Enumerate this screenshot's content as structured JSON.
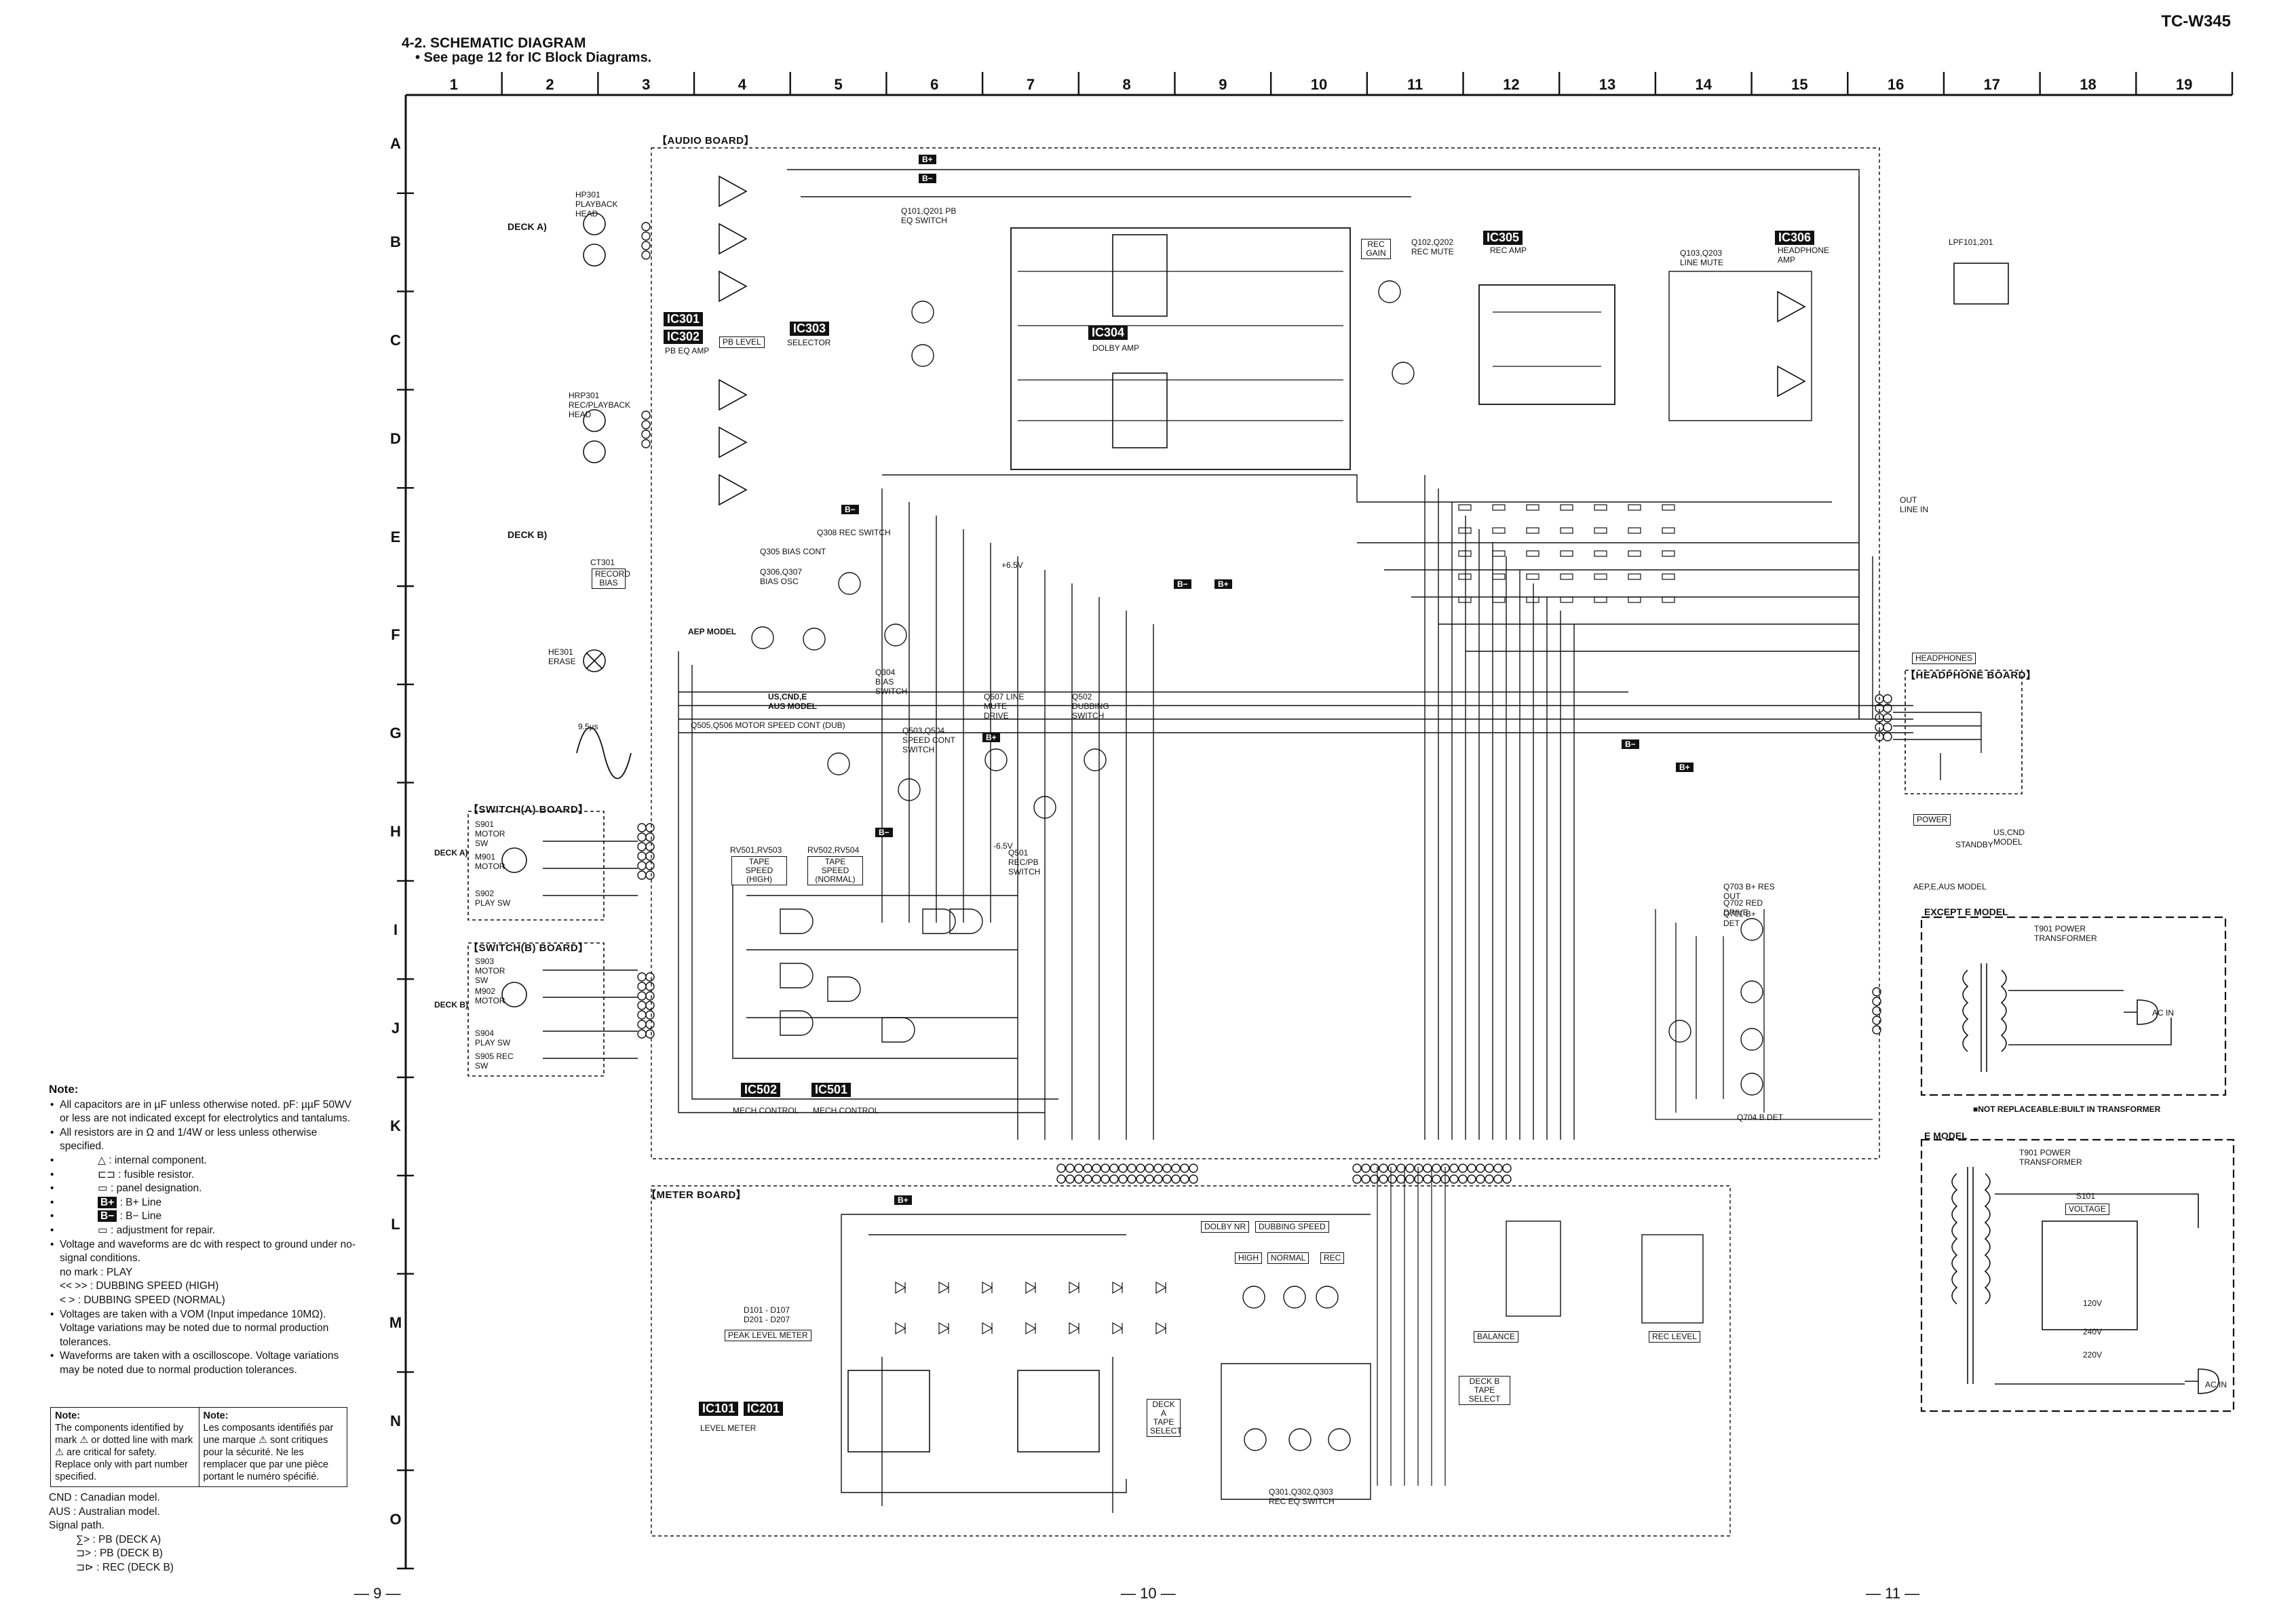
{
  "header": {
    "title": "4-2.  SCHEMATIC DIAGRAM",
    "subtitle": "• See page 12 for IC Block Diagrams.",
    "model": "TC-W345"
  },
  "grid": {
    "columns": [
      "1",
      "2",
      "3",
      "4",
      "5",
      "6",
      "7",
      "8",
      "9",
      "10",
      "11",
      "12",
      "13",
      "14",
      "15",
      "16",
      "17",
      "18",
      "19"
    ],
    "rows": [
      "A",
      "B",
      "C",
      "D",
      "E",
      "F",
      "G",
      "H",
      "I",
      "J",
      "K",
      "L",
      "M",
      "N",
      "O"
    ]
  },
  "page_numbers": [
    "— 9 —",
    "— 10 —",
    "— 11 —"
  ],
  "boards": {
    "audio": "【AUDIO BOARD】",
    "meter": "【METER BOARD】",
    "switch_a": "【SWITCH(A) BOARD】",
    "switch_b": "【SWITCH(B) BOARD】",
    "headphone": "【HEADPHONE BOARD】"
  },
  "ics": {
    "ic301": "IC301",
    "ic302": "IC302",
    "ic303": "IC303",
    "ic304": "IC304",
    "ic305": "IC305",
    "ic306": "IC306",
    "ic502": "IC502",
    "ic501": "IC501",
    "ic101": "IC101",
    "ic201": "IC201"
  },
  "labels": {
    "deck_a": "DECK A)",
    "deck_b": "DECK B)",
    "pb_head": "HP301 PLAYBACK HEAD",
    "rec_pb_head": "HRP301 REC/PLAYBACK HEAD",
    "erase_head": "HE301 ERASE",
    "pb_eq_amp": "PB EQ AMP",
    "pb_level": "PB LEVEL",
    "selector": "SELECTOR",
    "pb_eq_switch": "Q101,Q201 PB EQ SWITCH",
    "dolby_amp": "DOLBY AMP",
    "rec_gain": "REC GAIN",
    "rec_mute": "Q102,Q202 REC MUTE",
    "rec_amp": "REC AMP",
    "line_mute": "Q103,Q203 LINE MUTE",
    "headphone_amp": "HEADPHONE AMP",
    "lpf": "LPF101,201",
    "out_line_in": "OUT LINE IN",
    "record_bias": "RECORD BIAS",
    "ct301": "CT301",
    "rec_switch": "Q308 REC SWITCH",
    "bias_cont": "Q305 BIAS CONT",
    "bias_osc": "Q306,Q307 BIAS OSC",
    "bias_switch": "Q304 BIAS SWITCH",
    "aep_model": "AEP MODEL",
    "us_model": "US,CND,E AUS MODEL",
    "motor_speed_cont": "Q505,Q506 MOTOR SPEED CONT (DUB)",
    "speed_cont_switch": "Q503,Q504 SPEED CONT SWITCH",
    "line_mute_drive": "Q507 LINE MUTE DRIVE",
    "dubbing_switch": "Q502 DUBBING SWITCH",
    "rec_pb_switch": "Q501 REC/PB SWITCH",
    "tape_speed_high": "TAPE SPEED (HIGH)",
    "tape_speed_normal": "TAPE SPEED (NORMAL)",
    "rv501_503": "RV501,RV503",
    "rv502_504": "RV502,RV504",
    "mech_control_1": "MECH CONTROL",
    "mech_control_2": "MECH CONTROL",
    "motor_sw_a": "S901 MOTOR SW",
    "motor_a": "M901 MOTOR",
    "play_sw_a": "S902 PLAY SW",
    "motor_sw_b": "S903 MOTOR SW",
    "motor_b": "M902 MOTOR",
    "play_sw_b": "S904 PLAY SW",
    "rec_sw_b": "S905 REC SW",
    "peak_level_meter": "PEAK LEVEL METER",
    "level_meter": "LEVEL METER",
    "d101": "D101 - D107 D201 - D207",
    "dolby_nr": "DOLBY NR",
    "dubbing_speed": "DUBBING SPEED",
    "high": "HIGH",
    "normal": "NORMAL",
    "rec": "REC",
    "balance": "BALANCE",
    "rec_level": "REC LEVEL",
    "deck_b_tape_select": "DECK B TAPE SELECT",
    "deck_a_tape_select": "DECK A TAPE SELECT",
    "rec_eq_switch": "Q301,Q302,Q303 REC EQ SWITCH",
    "headphones": "HEADPHONES",
    "power": "POWER",
    "standby": "STANDBY",
    "us_cnd_model": "US,CND MODEL",
    "aep_e_aus_model": "AEP,E,AUS MODEL",
    "except_e_model": "EXCEPT E MODEL",
    "e_model": "E MODEL",
    "power_transformer": "T901 POWER TRANSFORMER",
    "ac_in": "AC IN",
    "not_replaceable": "■NOT REPLACEABLE:BUILT IN TRANSFORMER",
    "voltage": "VOLTAGE",
    "s101": "S101",
    "v120": "120V",
    "v240": "240V",
    "v220": "220V",
    "b_plus_res_out": "Q703 B+ RES OUT",
    "red_drive": "Q702 RED DRIVE",
    "b_det": "Q704 B DET",
    "b_plus_det": "Q701 B+ DET",
    "b_plus": "B+",
    "b_minus": "B−",
    "minus_65v": "-6.5V",
    "plus_65v": "+6.5V"
  },
  "notes": {
    "heading": "Note:",
    "items": [
      "All capacitors are in µF unless otherwise noted. pF: µµF 50WV or less are not indicated except for electrolytics and tantalums.",
      "All resistors are in Ω and 1/4W or less unless otherwise specified."
    ],
    "legend": [
      {
        "sym": "△",
        "text": ": internal component."
      },
      {
        "sym": "⊏⊐",
        "text": ": fusible resistor."
      },
      {
        "sym": "▭",
        "text": ": panel designation."
      },
      {
        "sym": "B+",
        "text": ": B+ Line"
      },
      {
        "sym": "B−",
        "text": ": B− Line"
      },
      {
        "sym": "▭",
        "text": ": adjustment for repair."
      }
    ],
    "items2": [
      "Voltage and waveforms are dc with respect to ground under no-signal conditions.",
      "Voltages are taken with a VOM (Input impedance 10MΩ). Voltage variations may be noted due to normal production tolerances.",
      "Waveforms are taken with a oscilloscope. Voltage variations may be noted due to normal production tolerances."
    ],
    "conditions": [
      "no mark : PLAY",
      "<<   >> : DUBBING SPEED (HIGH)",
      "<     > : DUBBING SPEED (NORMAL)"
    ],
    "box_en_title": "Note:",
    "box_en": "The components identified by mark ⚠ or dotted line with mark ⚠ are critical for safety. Replace only with part number specified.",
    "box_fr_title": "Note:",
    "box_fr": "Les composants identifiés par une marque ⚠ sont critiques pour la sécurité. Ne les remplacer que par une pièce portant le numéro spécifié.",
    "models": [
      "CND : Canadian model.",
      "AUS : Australian model.",
      "Signal path."
    ],
    "signal_path": [
      "∑> : PB (DECK A)",
      "⊐> : PB (DECK B)",
      "⊐⊳ : REC (DECK B)"
    ]
  },
  "waveform_label": "9.5µs"
}
